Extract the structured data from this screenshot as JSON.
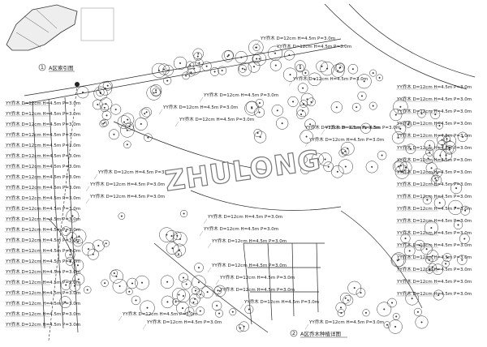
{
  "captions": {
    "key_plan": "A区索引图",
    "key_plan_number": "1",
    "main_plan": "A区乔木种植详图",
    "main_plan_number": "2"
  },
  "watermark": "ZHULONG",
  "plant_note": "YY乔木 D=12cm H=4.5m P=3.0m",
  "colors": {
    "line": "#2a2a2a",
    "light_line": "#9a9a9a",
    "paper": "#ffffff"
  }
}
